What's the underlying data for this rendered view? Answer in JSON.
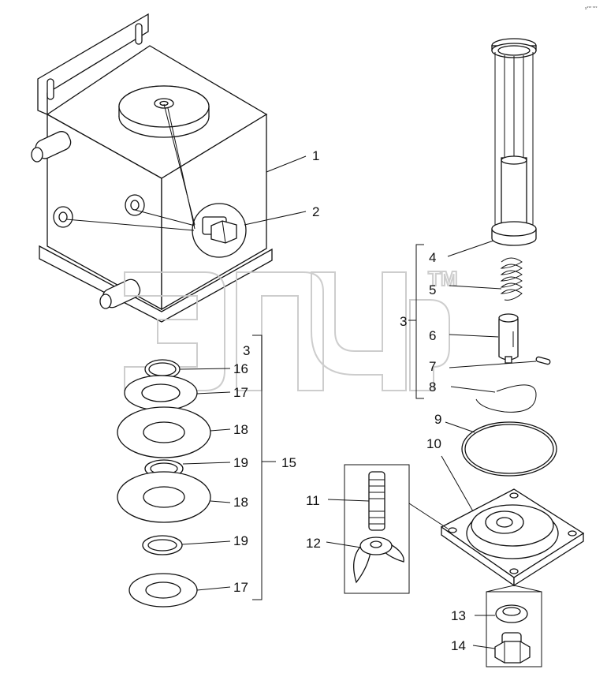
{
  "corner_mark": "s*** ***",
  "watermark": {
    "trademark": "TM"
  },
  "callouts": {
    "c1": "1",
    "c2": "2",
    "c3a": "3",
    "c3b": "3",
    "c4": "4",
    "c5": "5",
    "c6": "6",
    "c7": "7",
    "c8": "8",
    "c9": "9",
    "c10": "10",
    "c11": "11",
    "c12": "12",
    "c13": "13",
    "c14": "14",
    "c15": "15",
    "c16": "16",
    "c17a": "17",
    "c17b": "17",
    "c18a": "18",
    "c18b": "18",
    "c19a": "19",
    "c19b": "19"
  }
}
